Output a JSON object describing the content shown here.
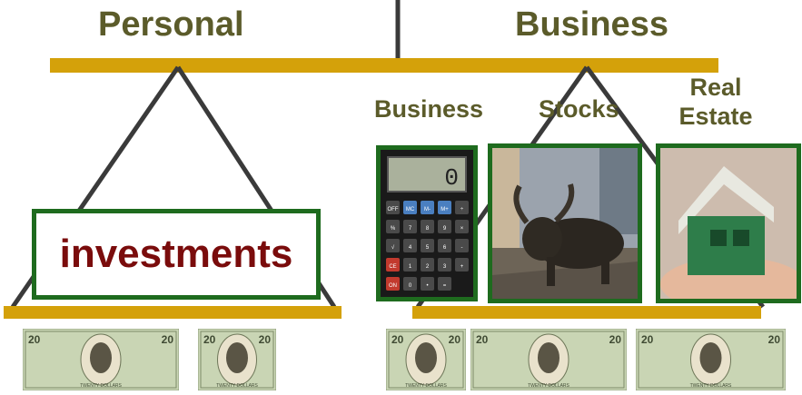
{
  "headings": {
    "left": "Personal",
    "right": "Business"
  },
  "categories": {
    "business": "Business",
    "stocks": "Stocks",
    "real_estate_line1": "Real",
    "real_estate_line2": "Estate"
  },
  "investments_label": "investments",
  "bill_text": {
    "number": "20",
    "bottom": "TWENTY DOLLARS"
  },
  "calculator": {
    "display": "0",
    "keys": [
      "OFF",
      "MC",
      "M-",
      "M+",
      "÷",
      "%",
      "7",
      "8",
      "9",
      "×",
      "√",
      "4",
      "5",
      "6",
      "-",
      "CE",
      "1",
      "2",
      "3",
      "+",
      "ON",
      "0",
      "•",
      "="
    ]
  },
  "colors": {
    "heading": "#5b5b2a",
    "beam": "#d4a10a",
    "rope": "#3a3a3a",
    "frame": "#1e6b1e",
    "investments_text": "#7a0c0c",
    "bill_green": "#c9d5b4"
  },
  "icons": [
    "calculator-icon",
    "bull-statue-icon",
    "house-icon",
    "dollar-bill-icon"
  ]
}
